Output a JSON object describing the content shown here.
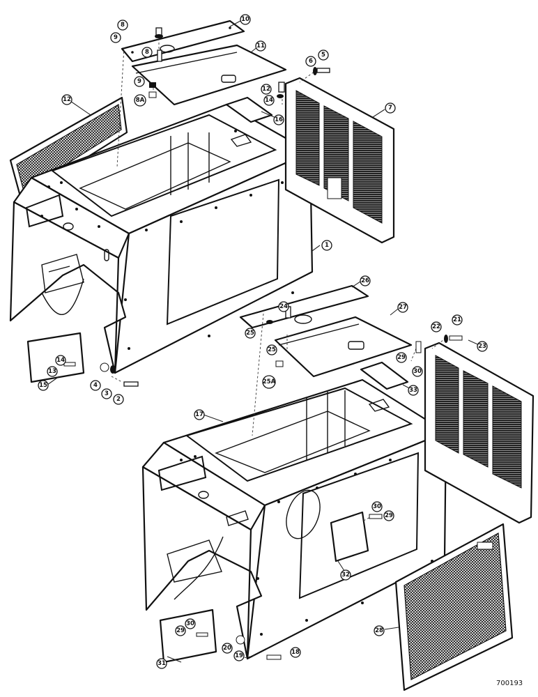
{
  "drawing_number": "700193",
  "colors": {
    "ink": "#111111",
    "paper": "#ffffff"
  },
  "callouts": [
    "1",
    "2",
    "3",
    "4",
    "5",
    "6",
    "7",
    "8",
    "8A",
    "9",
    "10",
    "11",
    "12",
    "13",
    "14",
    "15",
    "16",
    "17",
    "18",
    "19",
    "20",
    "21",
    "22",
    "23",
    "24",
    "25",
    "25A",
    "26",
    "27",
    "28",
    "29",
    "30",
    "31",
    "32",
    "33"
  ]
}
